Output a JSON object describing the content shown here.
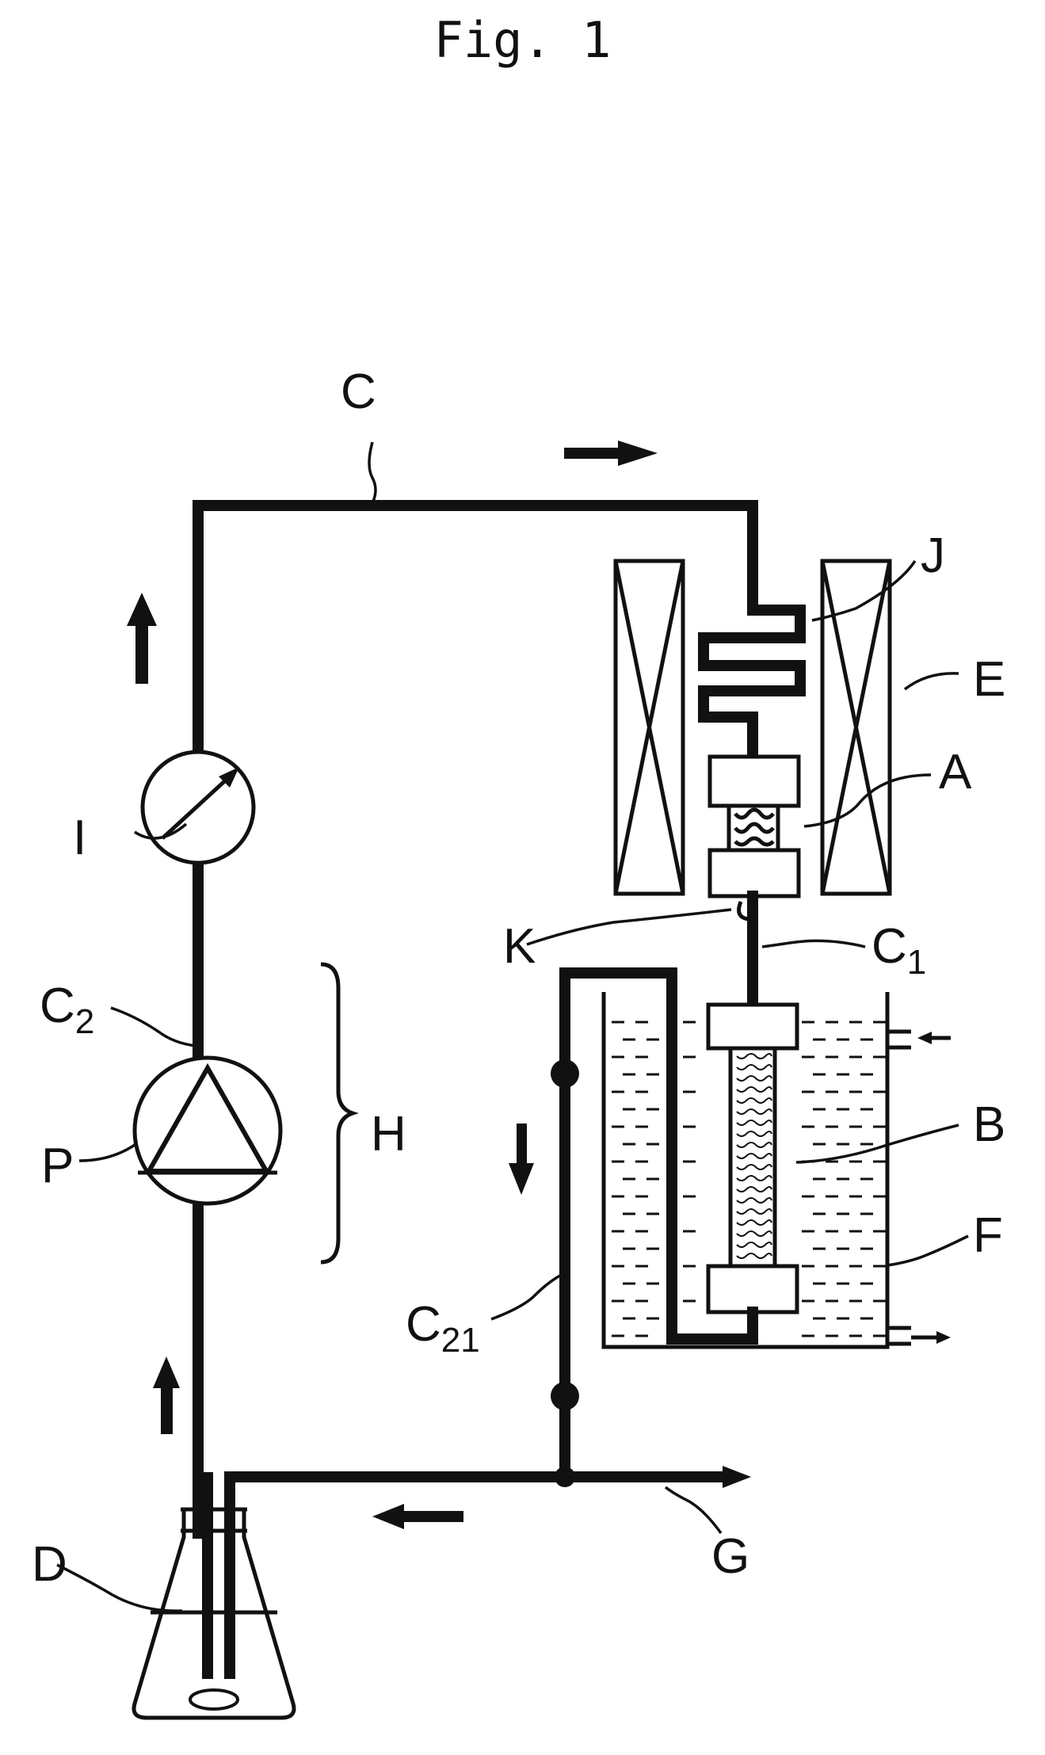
{
  "figure": {
    "title": "Fig. 1"
  },
  "labels": {
    "C": "C",
    "J": "J",
    "E": "E",
    "A": "A",
    "I": "I",
    "K": "K",
    "C1_main": "C",
    "C1_sub": "1",
    "C2_main": "C",
    "C2_sub": "2",
    "H": "H",
    "B": "B",
    "P": "P",
    "F": "F",
    "C21_main": "C",
    "C21_sub": "21",
    "D": "D",
    "G": "G"
  }
}
